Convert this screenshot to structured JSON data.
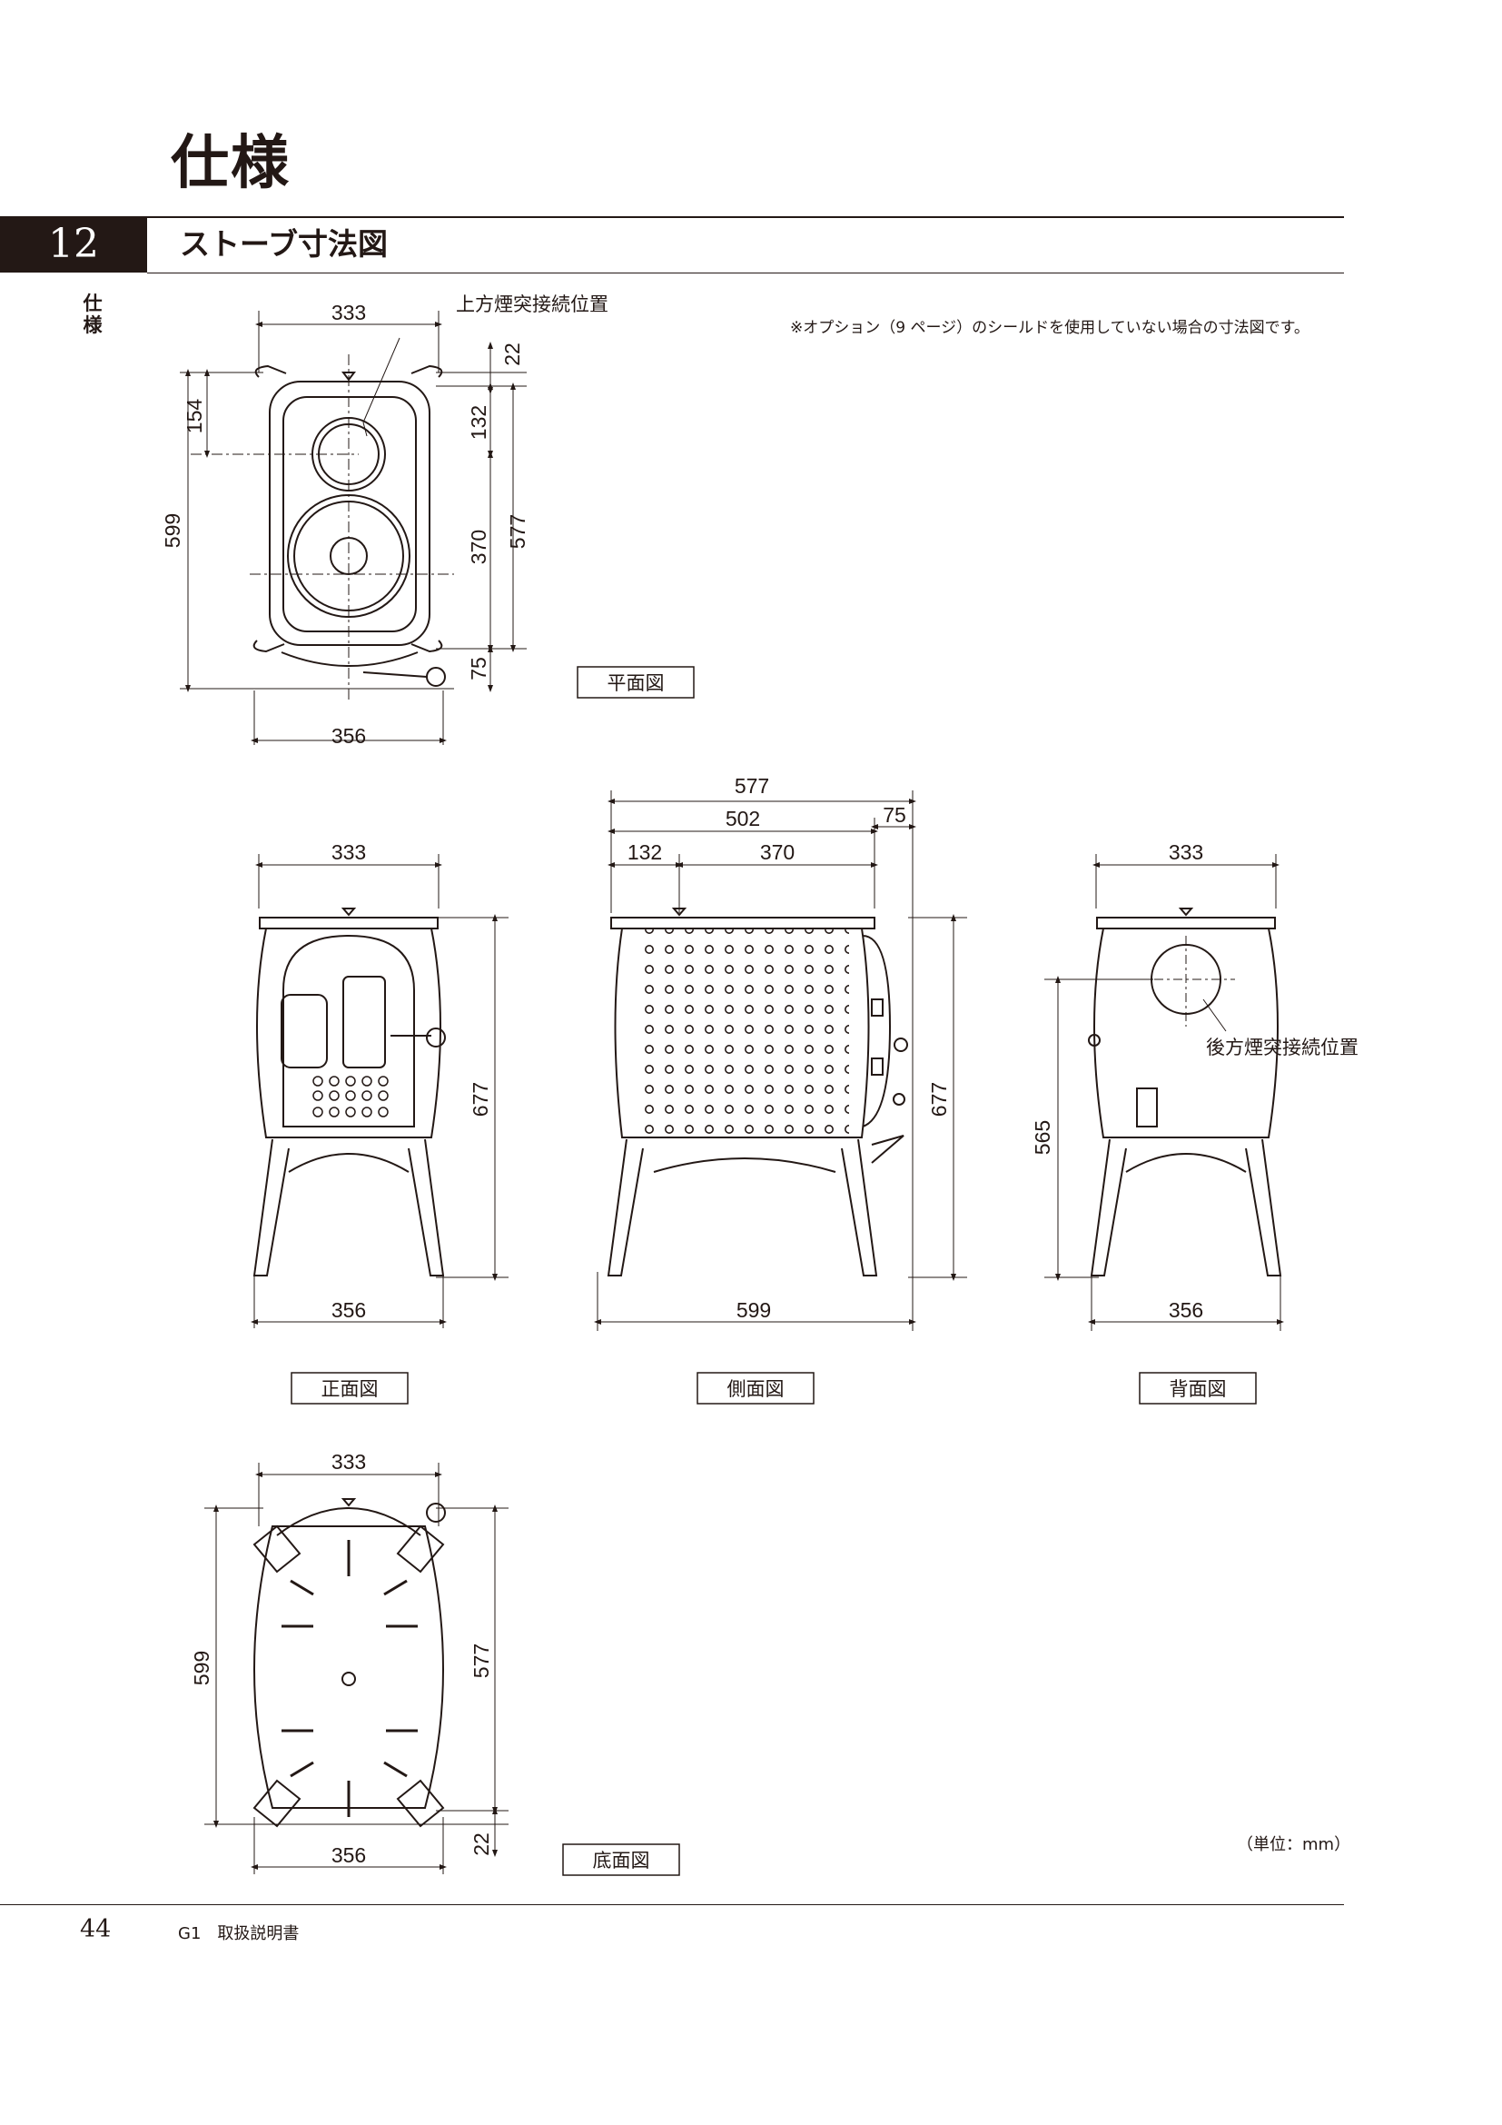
{
  "chapter_title": "仕様",
  "section": {
    "number": "12",
    "title": "ストーブ寸法図"
  },
  "side_label": [
    "仕",
    "様"
  ],
  "note": "※オプション（9 ページ）のシールドを使用していない場合の寸法図です。",
  "unit_note": "（単位：mm）",
  "footer": {
    "page_number": "44",
    "manual_name": "G1　取扱説明書"
  },
  "views": {
    "top": {
      "label": "平面図",
      "callout": "上方煙突接続位置",
      "dims": {
        "top_width": "333",
        "bottom_width": "356",
        "overall_depth": "599",
        "flue_offset": "154",
        "top_gap": "22",
        "top_to_flue": "132",
        "flue_to_plate": "370",
        "plate_depth": "577",
        "handle": "75"
      }
    },
    "front": {
      "label": "正面図",
      "dims": {
        "top_width": "333",
        "bottom_width": "356",
        "height": "677"
      }
    },
    "side": {
      "label": "側面図",
      "dims": {
        "total_top": "577",
        "mid": "502",
        "right": "75",
        "left": "132",
        "center": "370",
        "height": "677",
        "bottom_width": "599"
      }
    },
    "back": {
      "label": "背面図",
      "callout": "後方煙突接続位置",
      "dims": {
        "top_width": "333",
        "bottom_width": "356",
        "flue_height": "565"
      }
    },
    "bottom": {
      "label": "底面図",
      "dims": {
        "top_width": "333",
        "bottom_width": "356",
        "overall": "599",
        "inner": "577",
        "gap": "22"
      }
    }
  }
}
